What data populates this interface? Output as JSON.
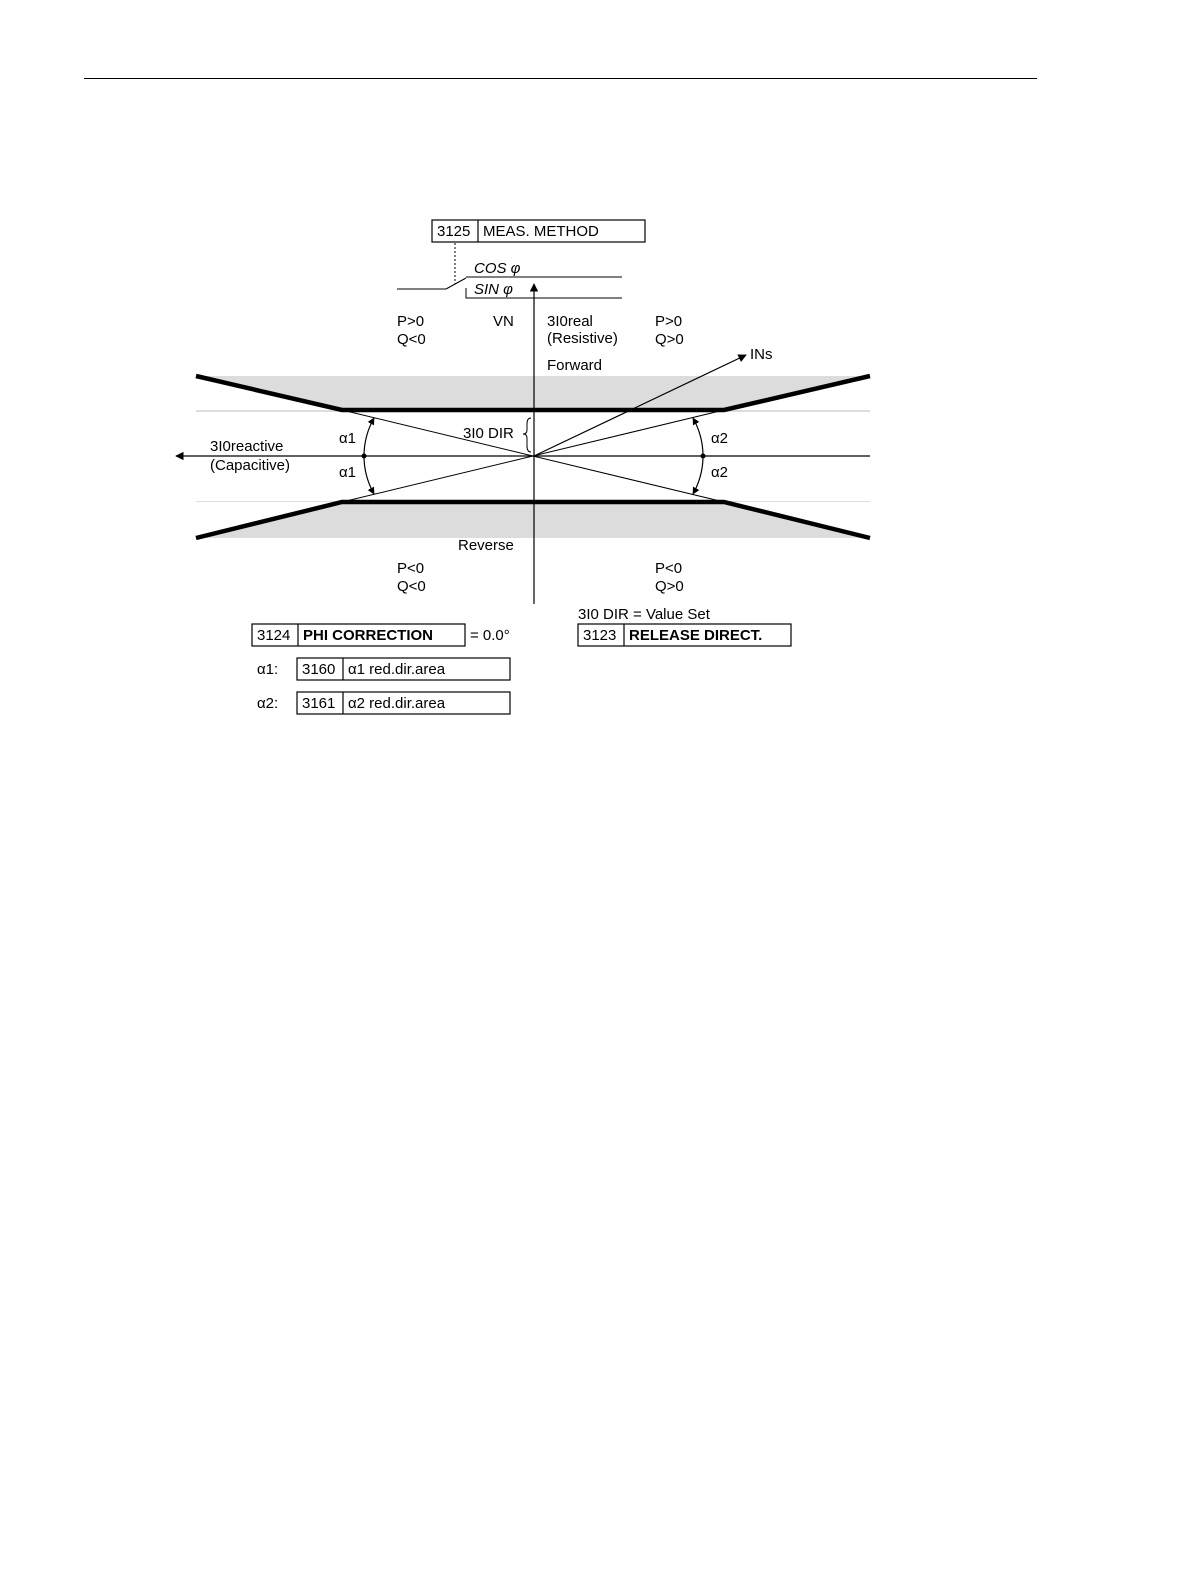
{
  "meas_method": {
    "number": "3125",
    "name": "MEAS. METHOD",
    "options": [
      "COS φ",
      "SIN φ"
    ]
  },
  "quadrants": {
    "top_left": [
      "P>0",
      "Q<0"
    ],
    "top_right": [
      "P>0",
      "Q>0"
    ],
    "bottom_left": [
      "P<0",
      "Q<0"
    ],
    "bottom_right": [
      "P<0",
      "Q>0"
    ]
  },
  "axes": {
    "vertical_left_label": "VN",
    "vertical_right_label": [
      "3I0real",
      "(Resistive)"
    ],
    "horizontal_label": [
      "3I0reactive",
      "(Capacitive)"
    ]
  },
  "regions": {
    "forward": "Forward",
    "reverse": "Reverse"
  },
  "vector_label": "INs",
  "dir_label": "3I0 DIR",
  "angles": {
    "alpha1": "α1",
    "alpha2": "α2"
  },
  "phi_correction": {
    "number": "3124",
    "name": "PHI CORRECTION",
    "value": "= 0.0°"
  },
  "alpha1_param": {
    "label": "α1:",
    "number": "3160",
    "name": "α1 red.dir.area"
  },
  "alpha2_param": {
    "label": "α2:",
    "number": "3161",
    "name": "α2 red.dir.area"
  },
  "release_direct": {
    "caption": "3I0 DIR = Value Set",
    "number": "3123",
    "name": "RELEASE DIRECT."
  },
  "colors": {
    "shading": "#dcdcdc",
    "line": "#000000"
  }
}
